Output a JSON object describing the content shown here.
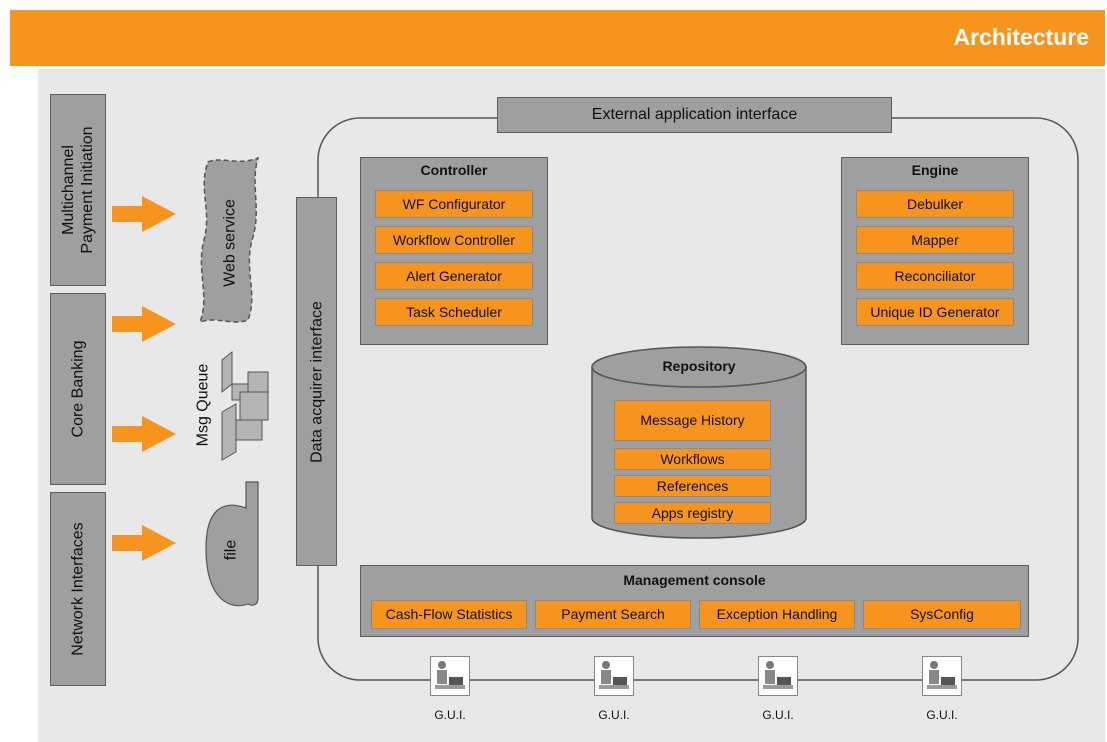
{
  "header": {
    "title": "Architecture"
  },
  "channels": [
    {
      "label_line1": "Multichannel",
      "label_line2": "Payment Initiation"
    },
    {
      "label_line1": "Core Banking"
    },
    {
      "label_line1": "Network Interfaces"
    }
  ],
  "connectors": {
    "web_service": "Web service",
    "msg_queue": "Msg Queue",
    "file": "file"
  },
  "interfaces": {
    "data_acquirer": "Data acquirer interface",
    "external_application": "External application interface"
  },
  "controller": {
    "title": "Controller",
    "items": [
      "WF Configurator",
      "Workflow Controller",
      "Alert Generator",
      "Task Scheduler"
    ]
  },
  "engine": {
    "title": "Engine",
    "items": [
      "Debulker",
      "Mapper",
      "Reconciliator",
      "Unique ID Generator"
    ]
  },
  "repository": {
    "title": "Repository",
    "items": [
      "Message History",
      "Workflows",
      "References",
      "Apps registry"
    ]
  },
  "management_console": {
    "title": "Management console",
    "items": [
      "Cash-Flow Statistics",
      "Payment Search",
      "Exception Handling",
      "SysConfig"
    ]
  },
  "gui": {
    "label": "G.U.I."
  },
  "colors": {
    "accent": "#f7941d",
    "box_gray": "#9e9fa1",
    "canvas_gray": "#e8e8e8"
  }
}
